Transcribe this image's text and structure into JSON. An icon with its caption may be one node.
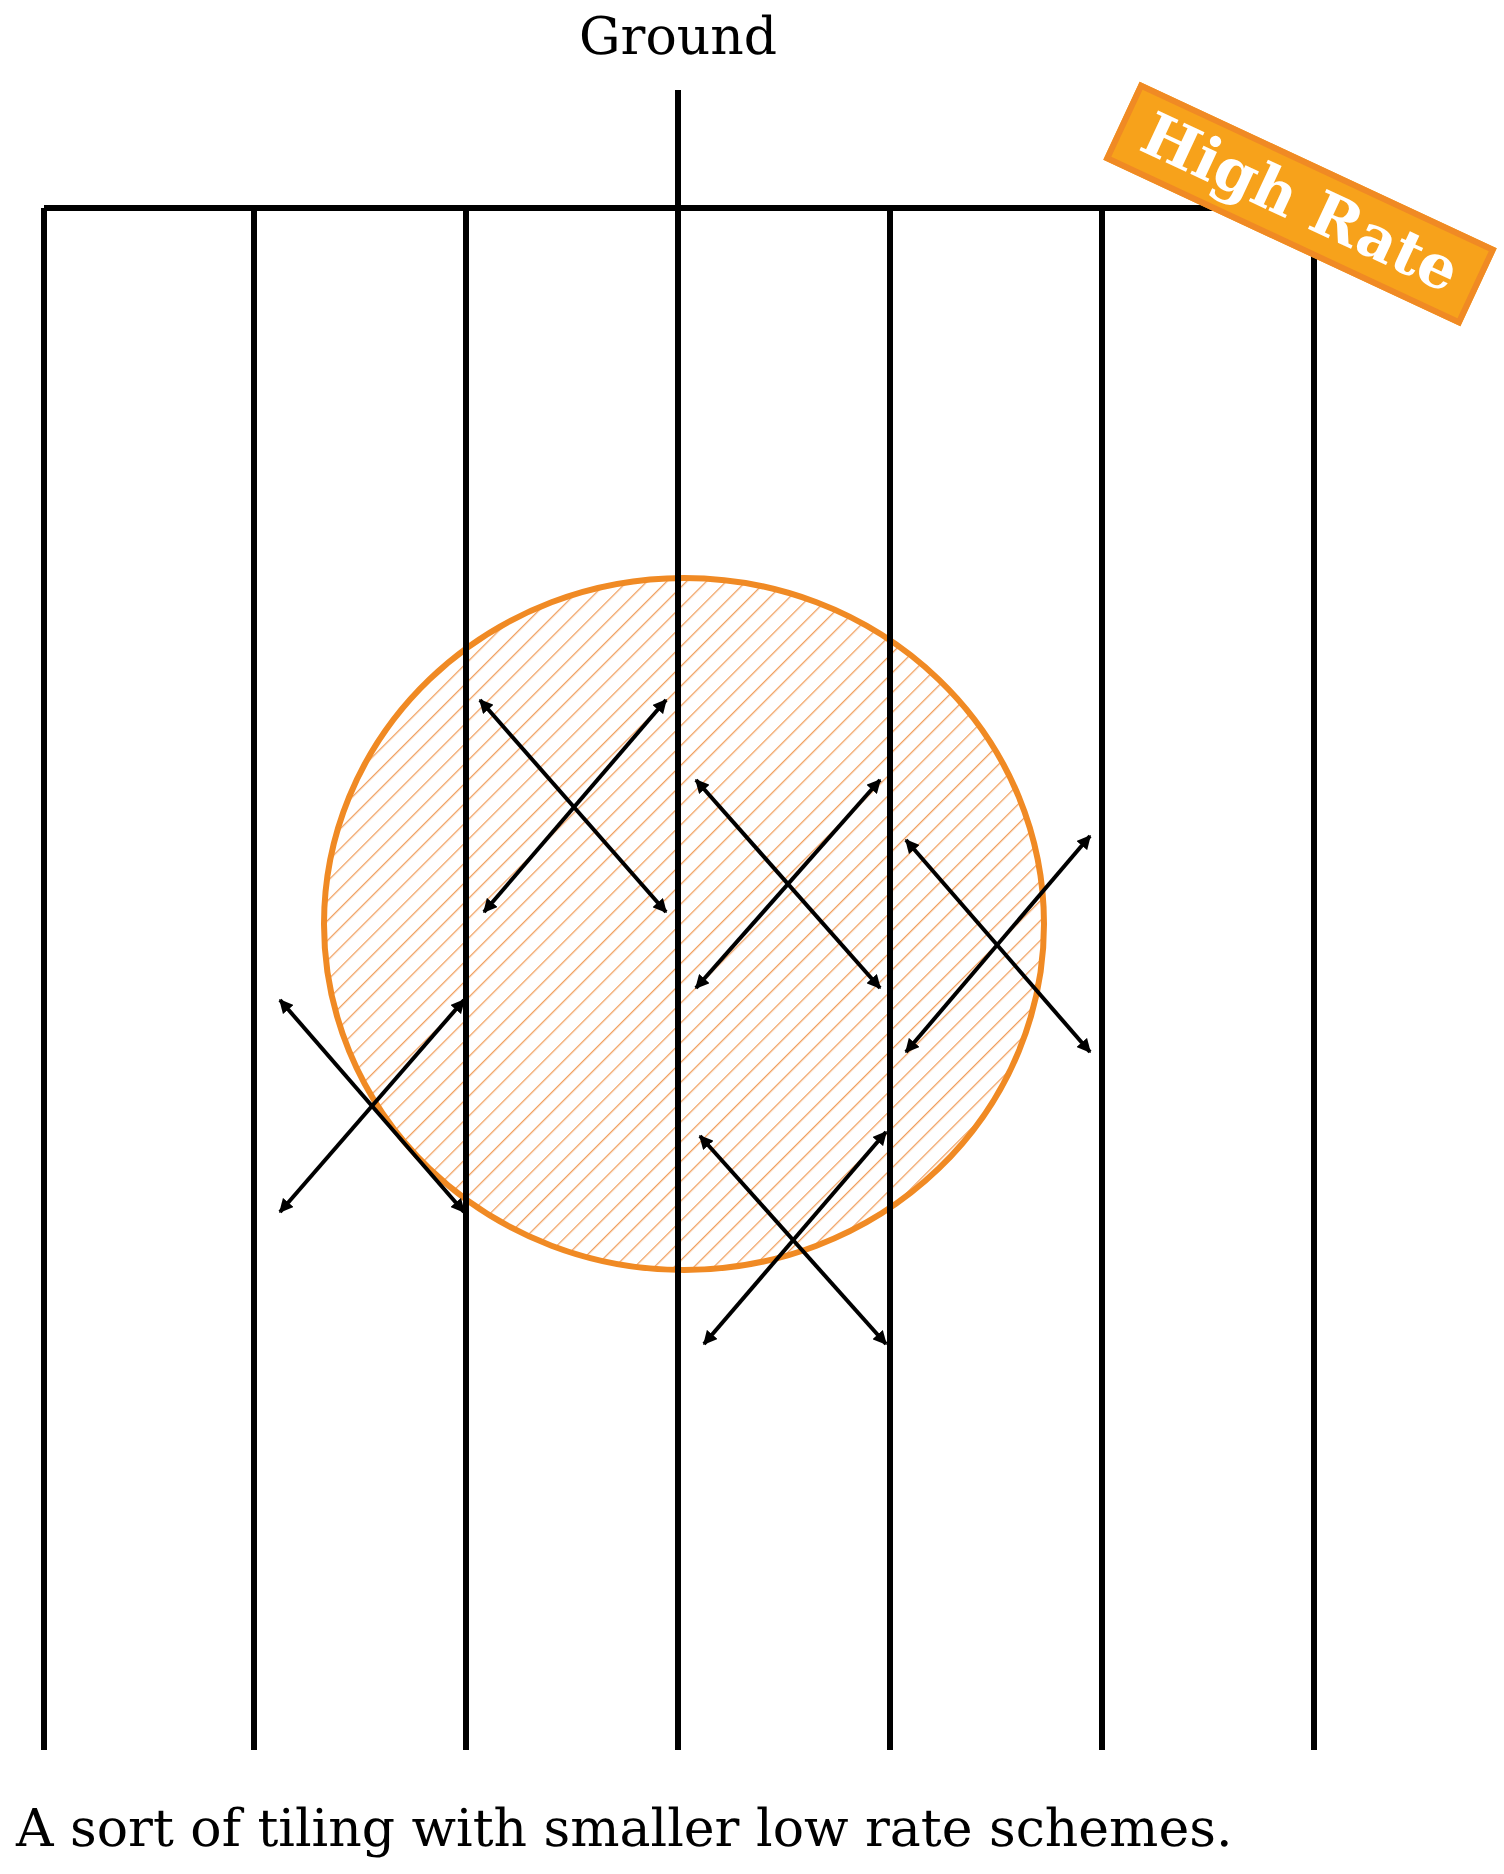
{
  "diagram": {
    "caption": "A sort of tiling with smaller low rate schemes.",
    "nodes": [
      {
        "text": [
          "High Rate"
        ]
      }
    ],
    "labels": [
      "Ground"
    ]
  }
}
